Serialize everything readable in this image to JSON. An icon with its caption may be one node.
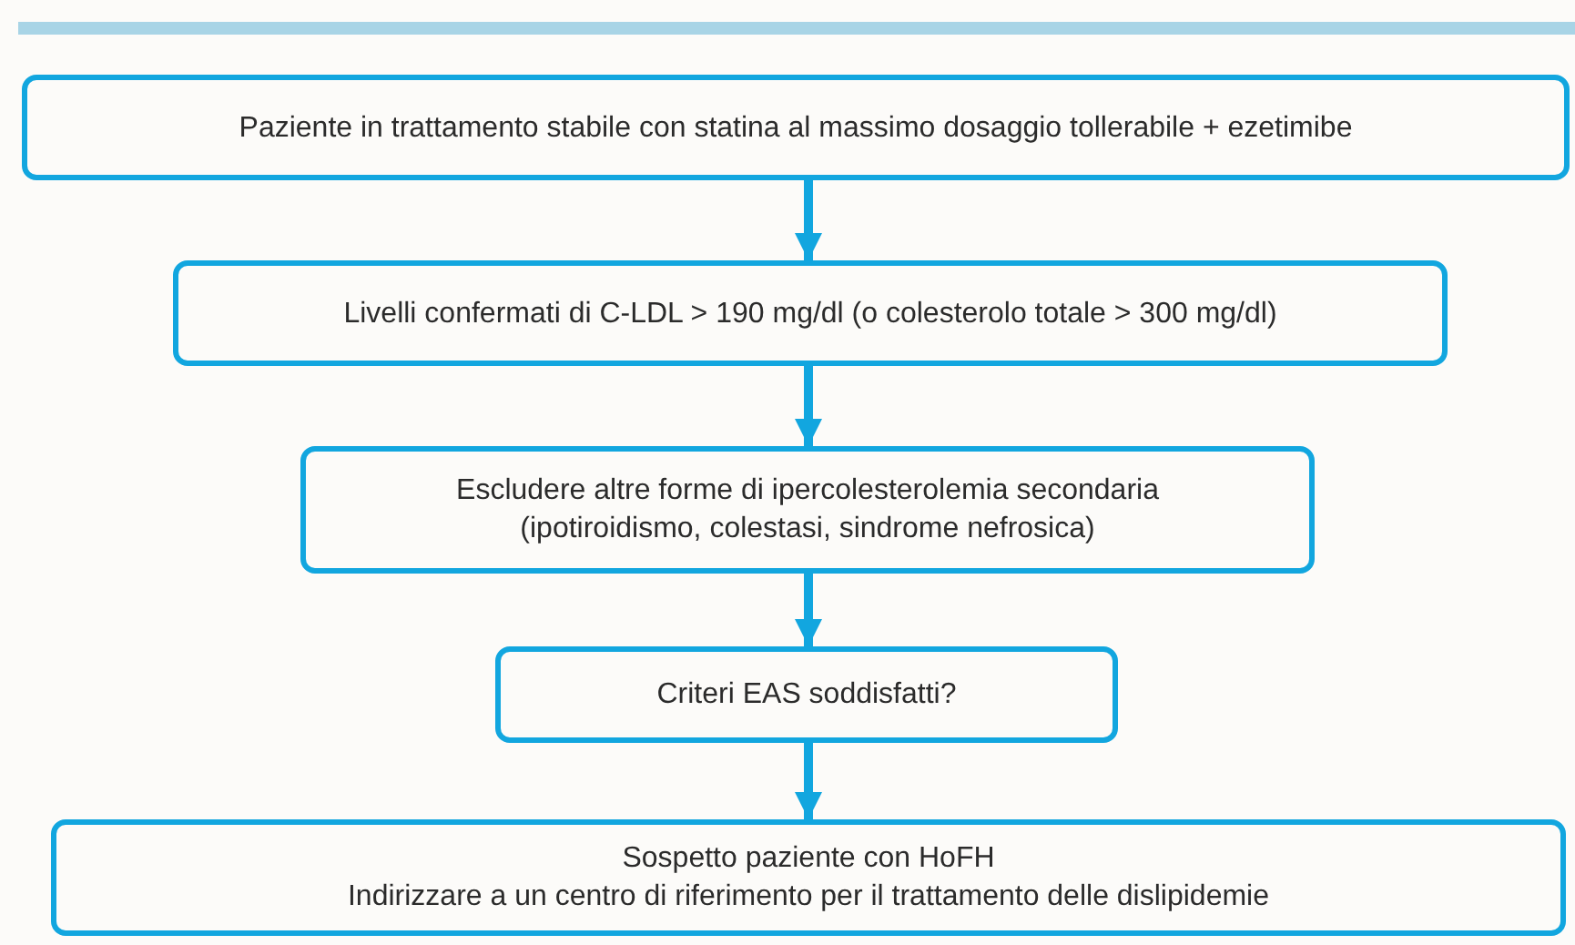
{
  "diagram": {
    "nodes": [
      {
        "text": [
          "Paziente in trattamento stabile con statina al massimo dosaggio tollerabile + ezetimibe"
        ]
      },
      {
        "text": [
          "Livelli confermati di C-LDL > 190 mg/dl (o colesterolo totale > 300 mg/dl)"
        ]
      },
      {
        "text": [
          "Escludere altre forme di ipercolesterolemia secondaria (ipotiroidismo, colestasi, sindrome nefrosica)"
        ]
      },
      {
        "text": [
          "Criteri EAS soddisfatti?"
        ]
      },
      {
        "text": [
          "Sospetto paziente con HoFH",
          "Indirizzare a un centro di riferimento per il trattamento delle dislipidemie"
        ]
      }
    ],
    "edges": [
      {
        "from": 0,
        "to": 1,
        "arrow": "to"
      },
      {
        "from": 1,
        "to": 2,
        "arrow": "to"
      },
      {
        "from": 2,
        "to": 3,
        "arrow": "to"
      },
      {
        "from": 3,
        "to": 4,
        "arrow": "to"
      }
    ]
  }
}
